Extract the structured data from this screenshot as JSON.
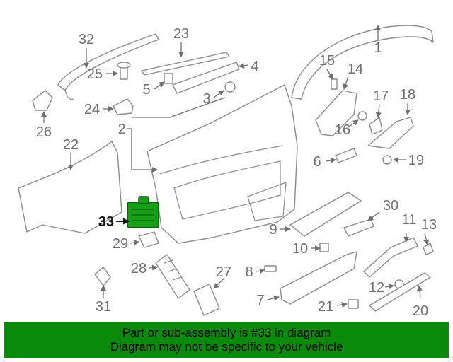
{
  "diagram": {
    "labels": [
      "1",
      "2",
      "3",
      "4",
      "5",
      "6",
      "7",
      "8",
      "9",
      "10",
      "11",
      "12",
      "13",
      "14",
      "15",
      "16",
      "17",
      "18",
      "19",
      "20",
      "21",
      "22",
      "23",
      "24",
      "25",
      "26",
      "27",
      "28",
      "29",
      "30",
      "31",
      "32",
      "33"
    ],
    "highlighted_label": "33",
    "highlight_color": "#17a017"
  },
  "banner": {
    "line1": "Part or sub-assembly is #33 in diagram",
    "line2": "Diagram may not be specific to your vehicle",
    "background": "#0a8a0a"
  }
}
